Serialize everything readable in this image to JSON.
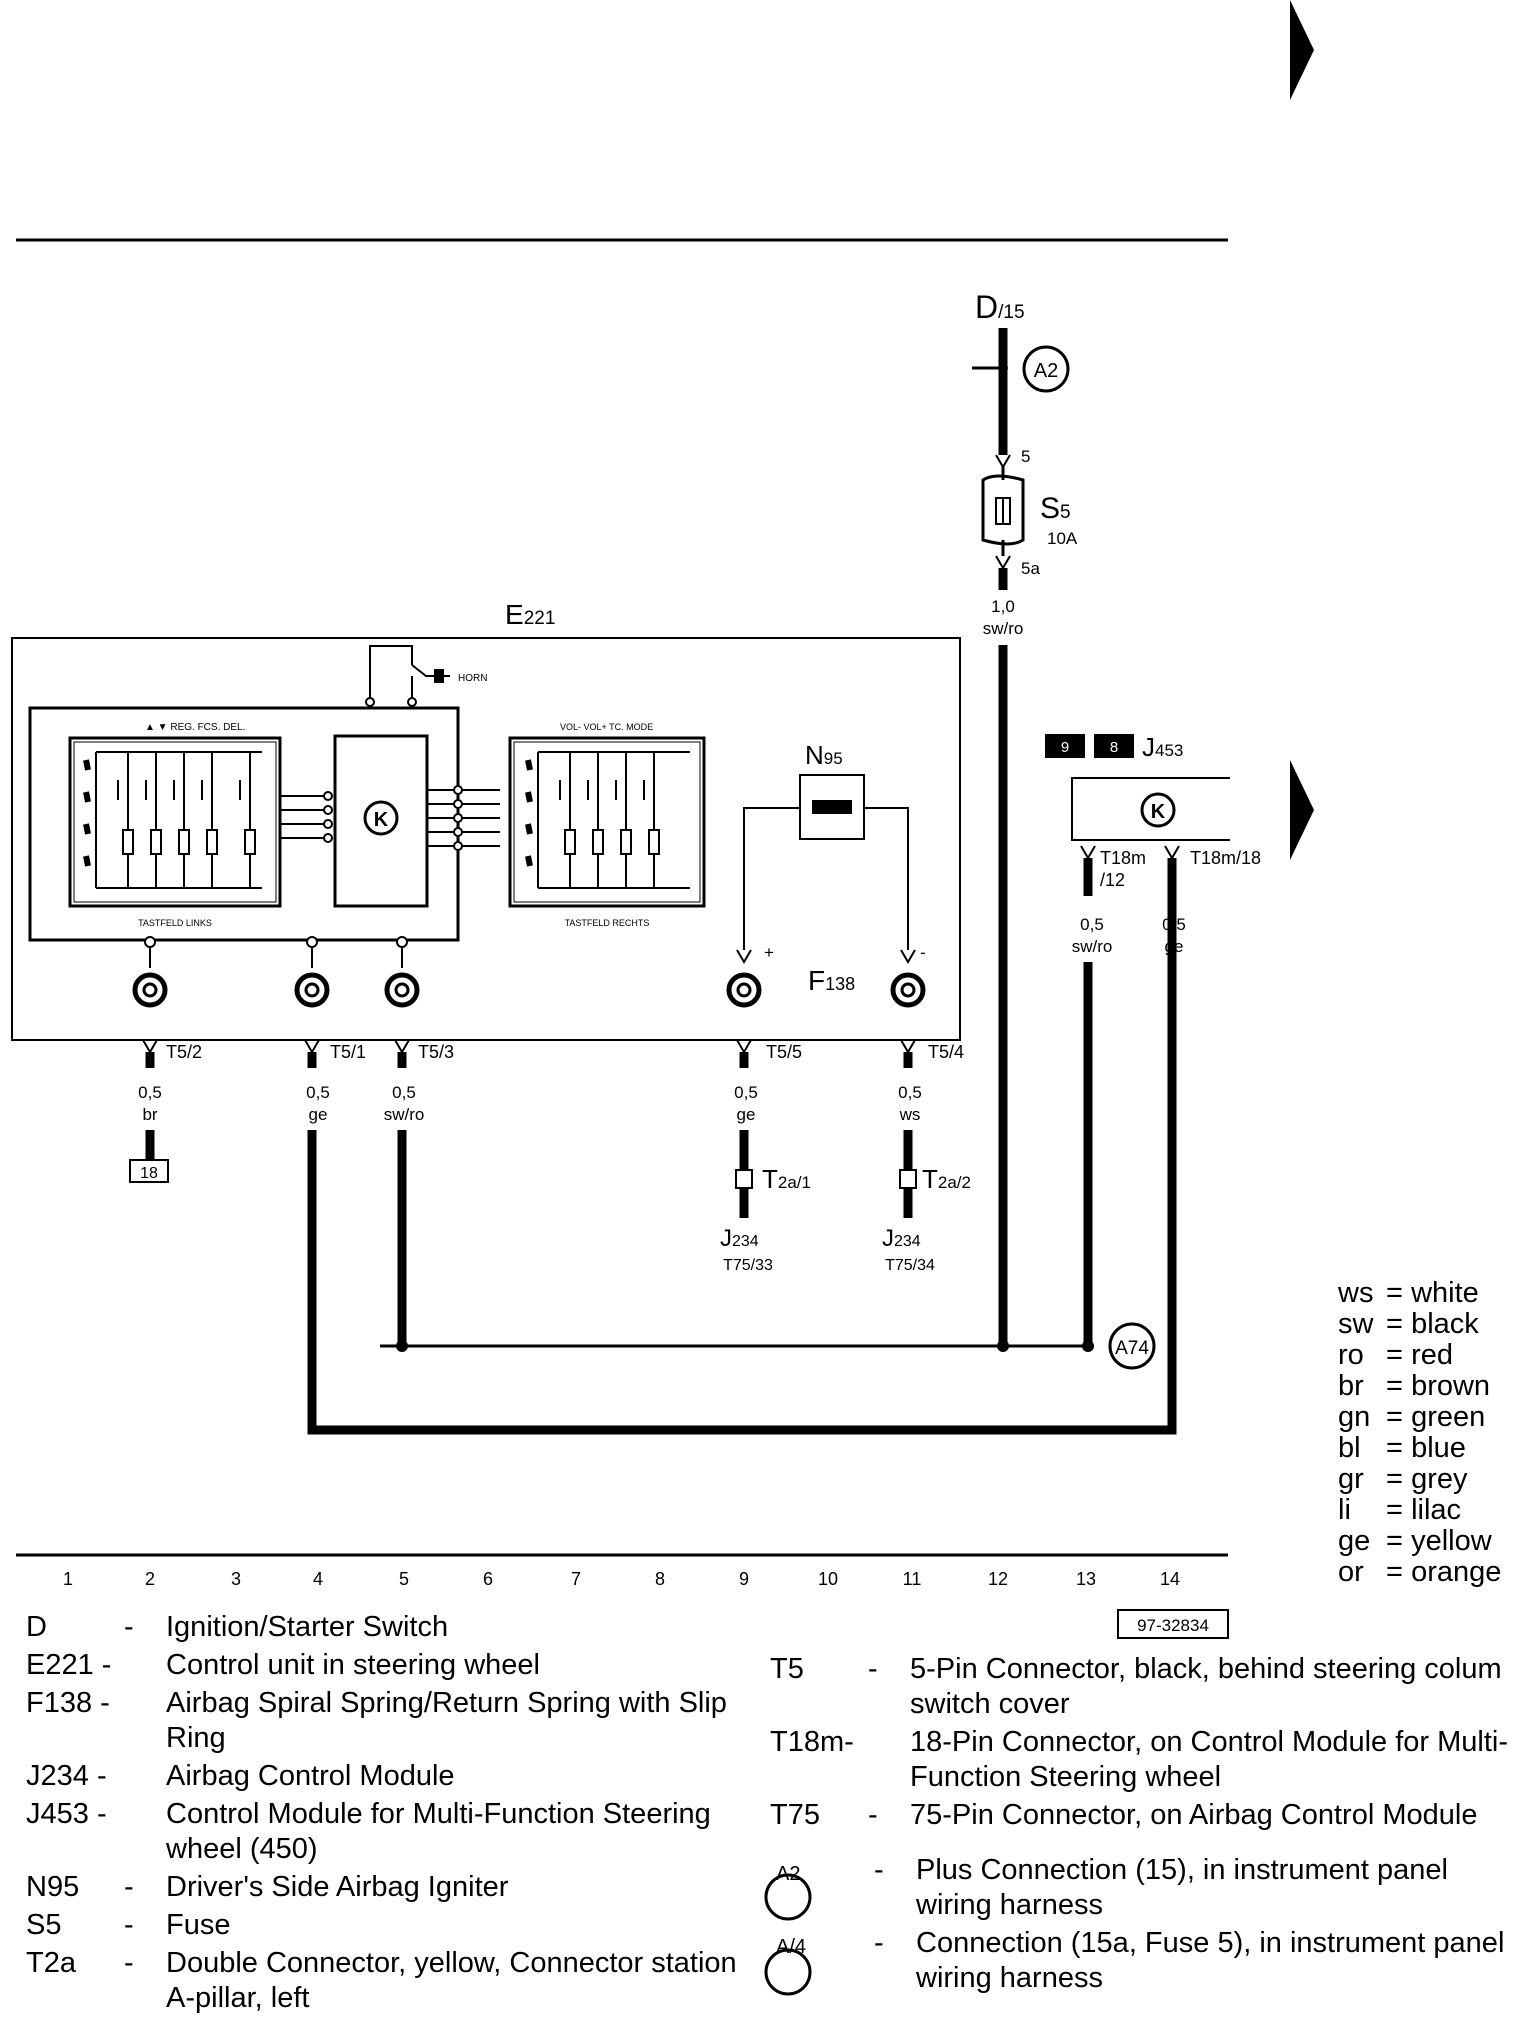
{
  "diagram": {
    "ground_switch": {
      "name": "D",
      "sub": "/15"
    },
    "conn_a2": "A2",
    "fuse": {
      "name": "S",
      "sub": "5",
      "rating": "10A",
      "pin_top": "5",
      "pin_bottom": "5a"
    },
    "wire_fuse": {
      "gauge": "1,0",
      "color": "sw/ro"
    },
    "e221": {
      "name": "E",
      "sub": "221",
      "horn": "HORN",
      "left_field": "TASTFELD LINKS",
      "right_field": "TASTFELD RECHTS",
      "left_header": "▲ ▼ REG. FCS. DEL.",
      "right_header": "VOL- VOL+ TC. MODE"
    },
    "n95": {
      "name": "N",
      "sub": "95",
      "plus": "+",
      "minus": "-"
    },
    "f138": {
      "name": "F",
      "sub": "138"
    },
    "j453": {
      "name": "J",
      "sub": "453",
      "badge1": "9",
      "badge2": "8",
      "pin1": "T18m",
      "pin1b": "/12",
      "pin2": "T18m/18"
    },
    "pins": [
      "T5/2",
      "T5/1",
      "T5/3",
      "T5/5",
      "T5/4"
    ],
    "wires": [
      {
        "gauge": "0,5",
        "color": "br"
      },
      {
        "gauge": "0,5",
        "color": "ge"
      },
      {
        "gauge": "0,5",
        "color": "sw/ro"
      },
      {
        "gauge": "0,5",
        "color": "ge"
      },
      {
        "gauge": "0,5",
        "color": "ws"
      },
      {
        "gauge": "0,5",
        "color": "sw/ro"
      },
      {
        "gauge": "0,5",
        "color": "ge"
      }
    ],
    "box18": "18",
    "t2a1": {
      "name": "T",
      "sub": "2a/1"
    },
    "t2a2": {
      "name": "T",
      "sub": "2a/2"
    },
    "j234a": {
      "name": "J",
      "sub": "234",
      "pin": "T75/33"
    },
    "j234b": {
      "name": "J",
      "sub": "234",
      "pin": "T75/34"
    },
    "conn_a74": "A74",
    "columns": [
      "1",
      "2",
      "3",
      "4",
      "5",
      "6",
      "7",
      "8",
      "9",
      "10",
      "11",
      "12",
      "13",
      "14"
    ],
    "ref": "97-32834"
  },
  "color_key": [
    {
      "abbr": "ws",
      "name": "white"
    },
    {
      "abbr": "sw",
      "name": "black"
    },
    {
      "abbr": "ro",
      "name": "red"
    },
    {
      "abbr": "br",
      "name": "brown"
    },
    {
      "abbr": "gn",
      "name": "green"
    },
    {
      "abbr": "bl",
      "name": "blue"
    },
    {
      "abbr": "gr",
      "name": "grey"
    },
    {
      "abbr": "li",
      "name": "lilac"
    },
    {
      "abbr": "ge",
      "name": "yellow"
    },
    {
      "abbr": "or",
      "name": "orange"
    }
  ],
  "legend_left": [
    {
      "code": "D",
      "dash": "-",
      "desc": "Ignition/Starter Switch"
    },
    {
      "code": "E221 -",
      "dash": "",
      "desc": "Control unit in steering wheel"
    },
    {
      "code": "F138 -",
      "dash": "",
      "desc": "Airbag Spiral Spring/Return Spring with Slip Ring"
    },
    {
      "code": "J234 -",
      "dash": "",
      "desc": "Airbag Control Module"
    },
    {
      "code": "J453 -",
      "dash": "",
      "desc": "Control Module for Multi-Function Steering wheel (450)"
    },
    {
      "code": "N95",
      "dash": "-",
      "desc": "Driver's Side Airbag Igniter"
    },
    {
      "code": "S5",
      "dash": "-",
      "desc": "Fuse"
    },
    {
      "code": "T2a",
      "dash": "-",
      "desc": "Double Connector, yellow, Connector station A-pillar, left"
    }
  ],
  "legend_right": [
    {
      "code": "T5",
      "dash": "-",
      "desc": "5-Pin Connector, black, behind steering colum switch cover"
    },
    {
      "code": "T18m-",
      "dash": "",
      "desc": "18-Pin Connector, on Control Module for Multi-Function Steering wheel"
    },
    {
      "code": "T75",
      "dash": "-",
      "desc": "75-Pin Connector, on Airbag Control Module"
    },
    {
      "code": "A2",
      "dash": "-",
      "desc": "Plus Connection (15), in instrument panel wiring harness"
    },
    {
      "code": "A/4",
      "dash": "-",
      "desc": "Connection (15a, Fuse 5), in instrument panel wiring harness"
    }
  ]
}
